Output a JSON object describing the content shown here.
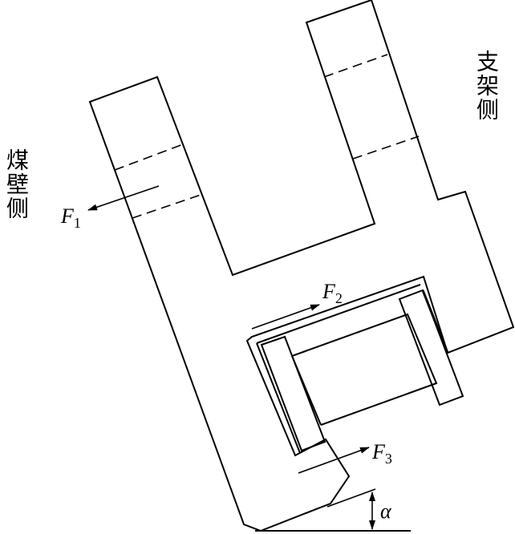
{
  "labels": {
    "coal_wall_side": "煤壁侧",
    "support_side": "支架侧"
  },
  "forces": {
    "f1": {
      "symbol": "F",
      "subscript": "1"
    },
    "f2": {
      "symbol": "F",
      "subscript": "2"
    },
    "f3": {
      "symbol": "F",
      "subscript": "3"
    }
  },
  "angle": {
    "symbol": "α"
  }
}
